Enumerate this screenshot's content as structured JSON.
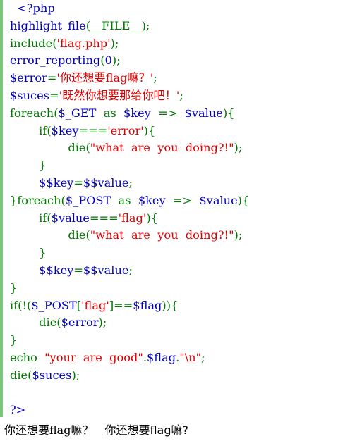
{
  "code_lines": [
    [
      {
        "t": "  <?php",
        "c": "tag"
      }
    ],
    [
      {
        "t": "highlight_file",
        "c": "fn"
      },
      {
        "t": "(__FILE__);",
        "c": "kw"
      }
    ],
    [
      {
        "t": "include",
        "c": "kw"
      },
      {
        "t": "(",
        "c": "kw"
      },
      {
        "t": "'flag.php'",
        "c": "str"
      },
      {
        "t": ");",
        "c": "kw"
      }
    ],
    [
      {
        "t": "error_reporting",
        "c": "fn"
      },
      {
        "t": "(",
        "c": "kw"
      },
      {
        "t": "0",
        "c": "var"
      },
      {
        "t": ");",
        "c": "kw"
      }
    ],
    [
      {
        "t": "$error",
        "c": "var"
      },
      {
        "t": "=",
        "c": "kw"
      },
      {
        "t": "'你还想要flag嘛？'",
        "c": "str"
      },
      {
        "t": ";",
        "c": "kw"
      }
    ],
    [
      {
        "t": "$suces",
        "c": "var"
      },
      {
        "t": "=",
        "c": "kw"
      },
      {
        "t": "'既然你想要那给你吧！'",
        "c": "str"
      },
      {
        "t": ";",
        "c": "kw"
      }
    ],
    [
      {
        "t": "foreach(",
        "c": "kw"
      },
      {
        "t": "$_GET",
        "c": "var"
      },
      {
        "t": "  as  ",
        "c": "kw"
      },
      {
        "t": "$key",
        "c": "var"
      },
      {
        "t": "  =>  ",
        "c": "kw"
      },
      {
        "t": "$value",
        "c": "var"
      },
      {
        "t": "){",
        "c": "kw"
      }
    ],
    [
      {
        "t": "        if(",
        "c": "kw"
      },
      {
        "t": "$key",
        "c": "var"
      },
      {
        "t": "===",
        "c": "kw"
      },
      {
        "t": "'error'",
        "c": "str"
      },
      {
        "t": "){",
        "c": "kw"
      }
    ],
    [
      {
        "t": "                die(",
        "c": "kw"
      },
      {
        "t": "\"what  are  you  doing?!\"",
        "c": "str"
      },
      {
        "t": ");",
        "c": "kw"
      }
    ],
    [
      {
        "t": "        }",
        "c": "kw"
      }
    ],
    [
      {
        "t": "        ",
        "c": "kw"
      },
      {
        "t": "$$key",
        "c": "var"
      },
      {
        "t": "=",
        "c": "kw"
      },
      {
        "t": "$$value",
        "c": "var"
      },
      {
        "t": ";",
        "c": "kw"
      }
    ],
    [
      {
        "t": "}foreach(",
        "c": "kw"
      },
      {
        "t": "$_POST",
        "c": "var"
      },
      {
        "t": "  as  ",
        "c": "kw"
      },
      {
        "t": "$key",
        "c": "var"
      },
      {
        "t": "  =>  ",
        "c": "kw"
      },
      {
        "t": "$value",
        "c": "var"
      },
      {
        "t": "){",
        "c": "kw"
      }
    ],
    [
      {
        "t": "        if(",
        "c": "kw"
      },
      {
        "t": "$value",
        "c": "var"
      },
      {
        "t": "===",
        "c": "kw"
      },
      {
        "t": "'flag'",
        "c": "str"
      },
      {
        "t": "){",
        "c": "kw"
      }
    ],
    [
      {
        "t": "                die(",
        "c": "kw"
      },
      {
        "t": "\"what  are  you  doing?!\"",
        "c": "str"
      },
      {
        "t": ");",
        "c": "kw"
      }
    ],
    [
      {
        "t": "        }",
        "c": "kw"
      }
    ],
    [
      {
        "t": "        ",
        "c": "kw"
      },
      {
        "t": "$$key",
        "c": "var"
      },
      {
        "t": "=",
        "c": "kw"
      },
      {
        "t": "$$value",
        "c": "var"
      },
      {
        "t": ";",
        "c": "kw"
      }
    ],
    [
      {
        "t": "}",
        "c": "kw"
      }
    ],
    [
      {
        "t": "if(!(",
        "c": "kw"
      },
      {
        "t": "$_POST",
        "c": "var"
      },
      {
        "t": "[",
        "c": "kw"
      },
      {
        "t": "'flag'",
        "c": "str"
      },
      {
        "t": "]==",
        "c": "kw"
      },
      {
        "t": "$flag",
        "c": "var"
      },
      {
        "t": ")){",
        "c": "kw"
      }
    ],
    [
      {
        "t": "        die(",
        "c": "kw"
      },
      {
        "t": "$error",
        "c": "var"
      },
      {
        "t": ");",
        "c": "kw"
      }
    ],
    [
      {
        "t": "}",
        "c": "kw"
      }
    ],
    [
      {
        "t": "echo  ",
        "c": "kw"
      },
      {
        "t": "\"your  are  good\"",
        "c": "str"
      },
      {
        "t": ".",
        "c": "kw"
      },
      {
        "t": "$flag",
        "c": "var"
      },
      {
        "t": ".",
        "c": "kw"
      },
      {
        "t": "\"\\n\"",
        "c": "str"
      },
      {
        "t": ";",
        "c": "kw"
      }
    ],
    [
      {
        "t": "die(",
        "c": "kw"
      },
      {
        "t": "$suces",
        "c": "var"
      },
      {
        "t": ");",
        "c": "kw"
      }
    ],
    [],
    [
      {
        "t": "?>",
        "c": "tag"
      }
    ]
  ],
  "output": {
    "first": "你还想要flag嘛？",
    "second": "你还想要flag嘛?"
  },
  "colors": {
    "keyword": "#007700",
    "variable": "#0000bb",
    "string": "#dd0000",
    "edge": "#7bc67b"
  }
}
